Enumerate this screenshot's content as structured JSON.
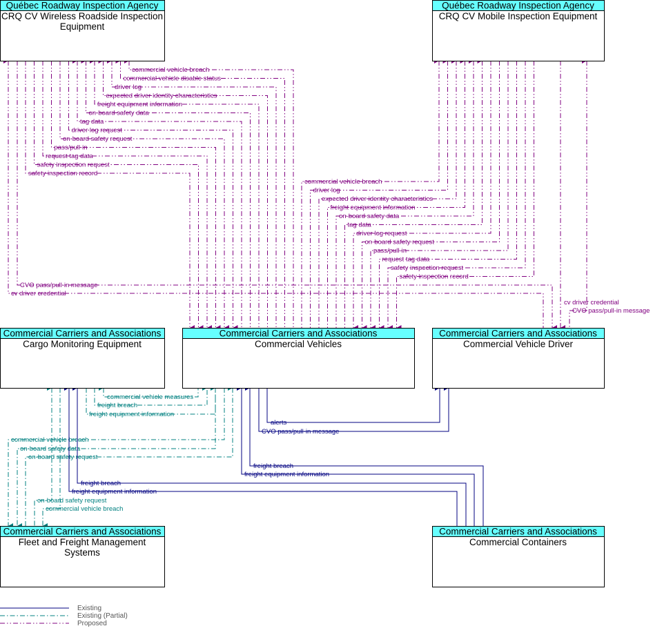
{
  "nodes": {
    "roadside": {
      "owner": "Québec Roadway Inspection Agency",
      "name": [
        "CRQ CV Wireless Roadside Inspection",
        "Equipment"
      ]
    },
    "mobile": {
      "owner": "Québec Roadway Inspection Agency",
      "name": [
        "CRQ CV Mobile Inspection Equipment"
      ]
    },
    "cargo": {
      "owner": "Commercial Carriers and Associations",
      "name": [
        "Cargo Monitoring Equipment"
      ]
    },
    "vehicles": {
      "owner": "Commercial Carriers and Associations",
      "name": [
        "Commercial Vehicles"
      ]
    },
    "driver": {
      "owner": "Commercial Carriers and Associations",
      "name": [
        "Commercial Vehicle Driver"
      ]
    },
    "fleet": {
      "owner": "Commercial Carriers and Associations",
      "name": [
        "Fleet and Freight Management",
        "Systems"
      ]
    },
    "containers": {
      "owner": "Commercial Carriers and Associations",
      "name": [
        "Commercial Containers"
      ]
    }
  },
  "flows": {
    "roadside_vehicles": [
      "commercial vehicle breach",
      "commercial vehicle disable status",
      "driver log",
      "expected driver identity characteristics",
      "freight equipment information",
      "on-board safety data",
      "tag data",
      "driver log request",
      "on-board safety request",
      "pass/pull-in",
      "request tag data",
      "safety inspection request",
      "safety inspection record"
    ],
    "mobile_vehicles": [
      "commercial vehicle breach",
      "driver log",
      "expected driver identity characteristics",
      "freight equipment information",
      "on-board safety data",
      "tag data",
      "driver log request",
      "on-board safety request",
      "pass/pull-in",
      "request tag data",
      "safety inspection request",
      "safety inspection record"
    ],
    "roadside_driver": [
      "CVO pass/pull-in message",
      "cv driver credential"
    ],
    "mobile_driver": [
      "cv driver credential",
      "CVO pass/pull-in message"
    ],
    "cargo_vehicles": [
      "commercial vehicle measures",
      "freight breach",
      "freight equipment information"
    ],
    "vehicles_driver": [
      "alerts",
      "CVO pass/pull-in message"
    ],
    "vehicles_fleet": [
      "commercial vehicle breach",
      "on-board safety data",
      "on-board safety request"
    ],
    "containers_vehicles": [
      "freight breach",
      "freight equipment information"
    ],
    "containers_cargo": [
      "freight breach",
      "freight equipment information"
    ],
    "cargo_fleet": [
      "on-board safety request",
      "commercial vehicle breach"
    ]
  },
  "legend": [
    "Existing",
    "Existing (Partial)",
    "Proposed"
  ],
  "colors": {
    "header": "#66ffff",
    "proposed": "#800080",
    "existing": "#000080",
    "partial": "#008080"
  }
}
